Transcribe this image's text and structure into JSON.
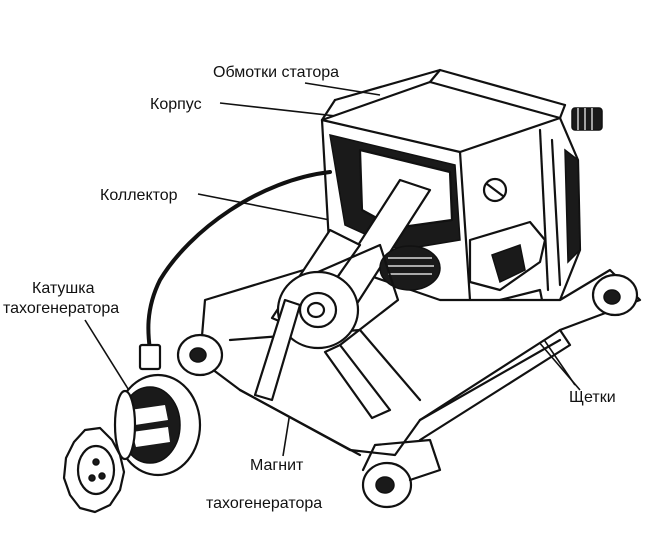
{
  "labels": {
    "stator_windings": "Обмотки статора",
    "housing": "Корпус",
    "commutator": "Коллектор",
    "tacho_coil_line1": "Катушка",
    "tacho_coil_line2": "тахогенератора",
    "brushes": "Щетки",
    "tacho_magnet_line1": "Магнит",
    "tacho_magnet_line2": "тахогенератора"
  },
  "colors": {
    "ink": "#111111",
    "background": "#ffffff"
  }
}
